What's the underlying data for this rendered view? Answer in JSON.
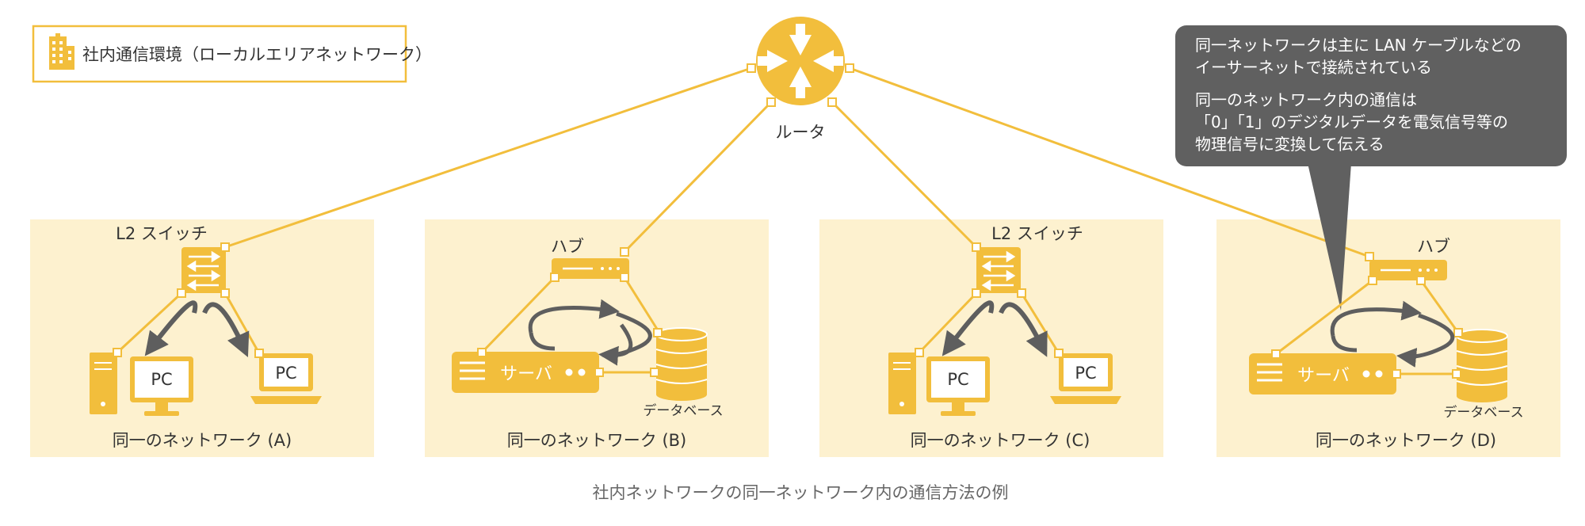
{
  "legend_label": "社内通信環境（ローカルエリアネットワーク）",
  "router_label": "ルータ",
  "callout": {
    "lines": [
      "同一ネットワークは主に LAN ケーブルなどの",
      "イーサーネットで接続されている",
      "同一のネットワーク内の通信は",
      "「0」「1」のデジタルデータを電気信号等の",
      "物理信号に変換して伝える"
    ]
  },
  "networks": [
    {
      "caption": "同一のネットワーク (A)",
      "device_label": "L2 スイッチ",
      "pc1_label": "PC",
      "pc2_label": "PC"
    },
    {
      "caption": "同一のネットワーク (B)",
      "device_label": "ハブ",
      "server_label": "サーバ",
      "db_label": "データベース"
    },
    {
      "caption": "同一のネットワーク (C)",
      "device_label": "L2 スイッチ",
      "pc1_label": "PC",
      "pc2_label": "PC"
    },
    {
      "caption": "同一のネットワーク (D)",
      "device_label": "ハブ",
      "server_label": "サーバ",
      "db_label": "データベース"
    }
  ],
  "figure_caption": "社内ネットワークの同一ネットワーク内の通信方法の例",
  "colors": {
    "accent": "#F2BE3C",
    "panel": "#FDF1CF",
    "arrow": "#5E5E5E",
    "callout_bg": "#606060",
    "text": "#333333"
  }
}
